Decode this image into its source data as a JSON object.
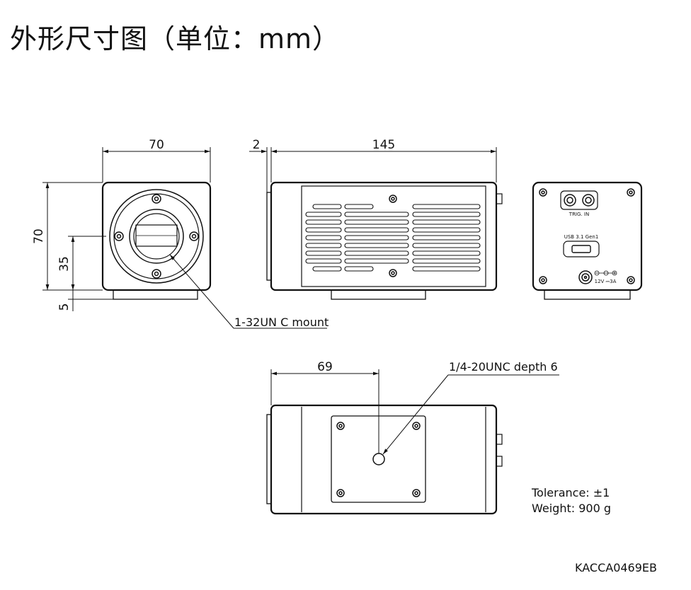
{
  "title": "外形尺寸图（单位：mm）",
  "dimensions": {
    "front_width": "70",
    "front_height": "70",
    "front_center_height": "35",
    "base_height": "5",
    "side_offset": "2",
    "side_length": "145",
    "bottom_offset": "69"
  },
  "callouts": {
    "lens_mount": "1-32UN C mount",
    "tripod_thread": "1/4-20UNC depth 6"
  },
  "rear_panel": {
    "trig_label": "TRIG. IN",
    "usb_label": "USB 3.1 Gen1",
    "power_label": "12V ⎓3A"
  },
  "specs": {
    "tolerance": "Tolerance: ±1",
    "weight": "Weight: 900 g"
  },
  "drawing_code": "KACCA0469EB"
}
